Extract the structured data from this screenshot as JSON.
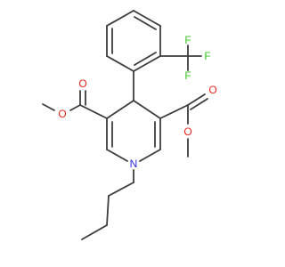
{
  "atoms": {
    "n1": {
      "symbol": "N",
      "color": "#2a2ad8"
    },
    "o_ester_left_carbonyl": {
      "symbol": "O",
      "color": "#e8231a"
    },
    "o_ester_left_ether": {
      "symbol": "O",
      "color": "#e8231a"
    },
    "o_ester_right_carbonyl": {
      "symbol": "O",
      "color": "#e8231a"
    },
    "o_ester_right_ether": {
      "symbol": "O",
      "color": "#e8231a"
    },
    "f1": {
      "symbol": "F",
      "color": "#33c51d"
    },
    "f2": {
      "symbol": "F",
      "color": "#33c51d"
    },
    "f3": {
      "symbol": "F",
      "color": "#33c51d"
    }
  },
  "bond_color": "#3c3c3c"
}
